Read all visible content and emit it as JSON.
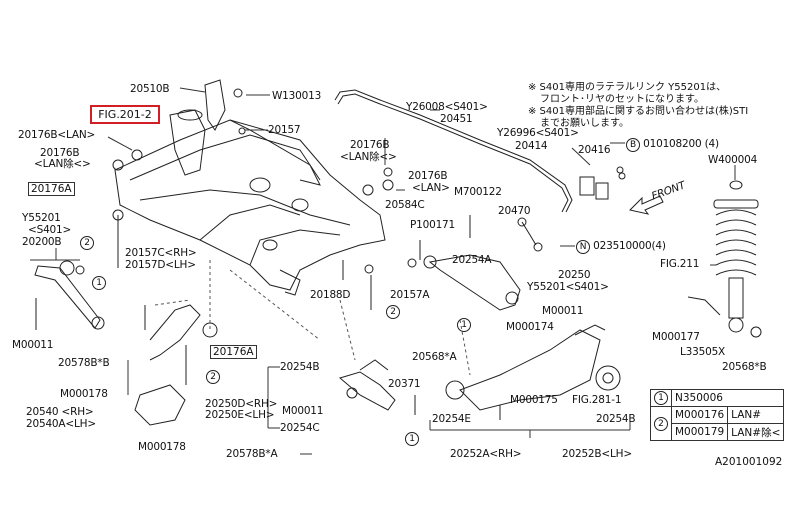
{
  "figure": {
    "fig_link": "FIG.201-2",
    "diagram_code": "A201001092",
    "notes": [
      "※ S401専用のラテラルリンク Y55201は、",
      "フロント･リヤのセットになります。",
      "※ S401専用部品に関するお問い合わせは(株)STI",
      "までお願いします。"
    ],
    "labels": {
      "p20510B": "20510B",
      "w130013": "W130013",
      "p20176B_lan": "20176B<LAN>",
      "p20157": "20157",
      "p20176B_a": "20176B",
      "p20176B_a2": "<LAN除<>",
      "p20176B_b": "20176B",
      "p20176B_b2": "<LAN除<>",
      "p20176A_1": "20176A",
      "p20176B_c": "20176B",
      "p20176B_c2": "<LAN>",
      "y26008": "Y26008<S401>",
      "p20451": "20451",
      "y26996": "Y26996<S401>",
      "p20414": "20414",
      "p20416": "20416",
      "b010108200": "010108200 (4)",
      "w400004": "W400004",
      "front": "FRONT",
      "m700122": "M700122",
      "p20584C": "20584C",
      "p100171": "P100171",
      "p20470": "20470",
      "n023510000": "023510000(4)",
      "y55201": "Y55201",
      "s401": "<S401>",
      "p20200B": "20200B",
      "p20157C": "20157C<RH>",
      "p20157D": "20157D<LH>",
      "p20254A": "20254A",
      "p20250": "20250",
      "y55201_s401": "Y55201<S401>",
      "fig211": "FIG.211",
      "m00011_a": "M00011",
      "m000174": "M000174",
      "p20188D": "20188D",
      "p20157A": "20157A",
      "m00011_b": "M00011",
      "p20578B_B": "20578B*B",
      "m000177": "M000177",
      "l33505x": "L33505X",
      "p20568_B": "20568*B",
      "p20176A_2": "20176A",
      "m000178_a": "M000178",
      "p20254B": "20254B",
      "p20371": "20371",
      "p20568_A": "20568*A",
      "p20250D": "20250D<RH>",
      "p20250E": "20250E<LH>",
      "m00011_c": "M00011",
      "p20540": "20540 <RH>",
      "p20540A": "20540A<LH>",
      "p20254C": "20254C",
      "m000175": "M000175",
      "fig281": "FIG.281-1",
      "p20254E": "20254E",
      "p20254B_2": "20254B",
      "m000178_b": "M000178",
      "p20578B_A": "20578B*A",
      "p20252A": "20252A<RH>",
      "p20252B": "20252B<LH>"
    },
    "legend": [
      {
        "num": "1",
        "part": "N350006",
        "cond": ""
      },
      {
        "num": "2",
        "part": "M000176",
        "cond": "LAN#"
      },
      {
        "num": "",
        "part": "M000179",
        "cond": "LAN#除<"
      }
    ]
  }
}
